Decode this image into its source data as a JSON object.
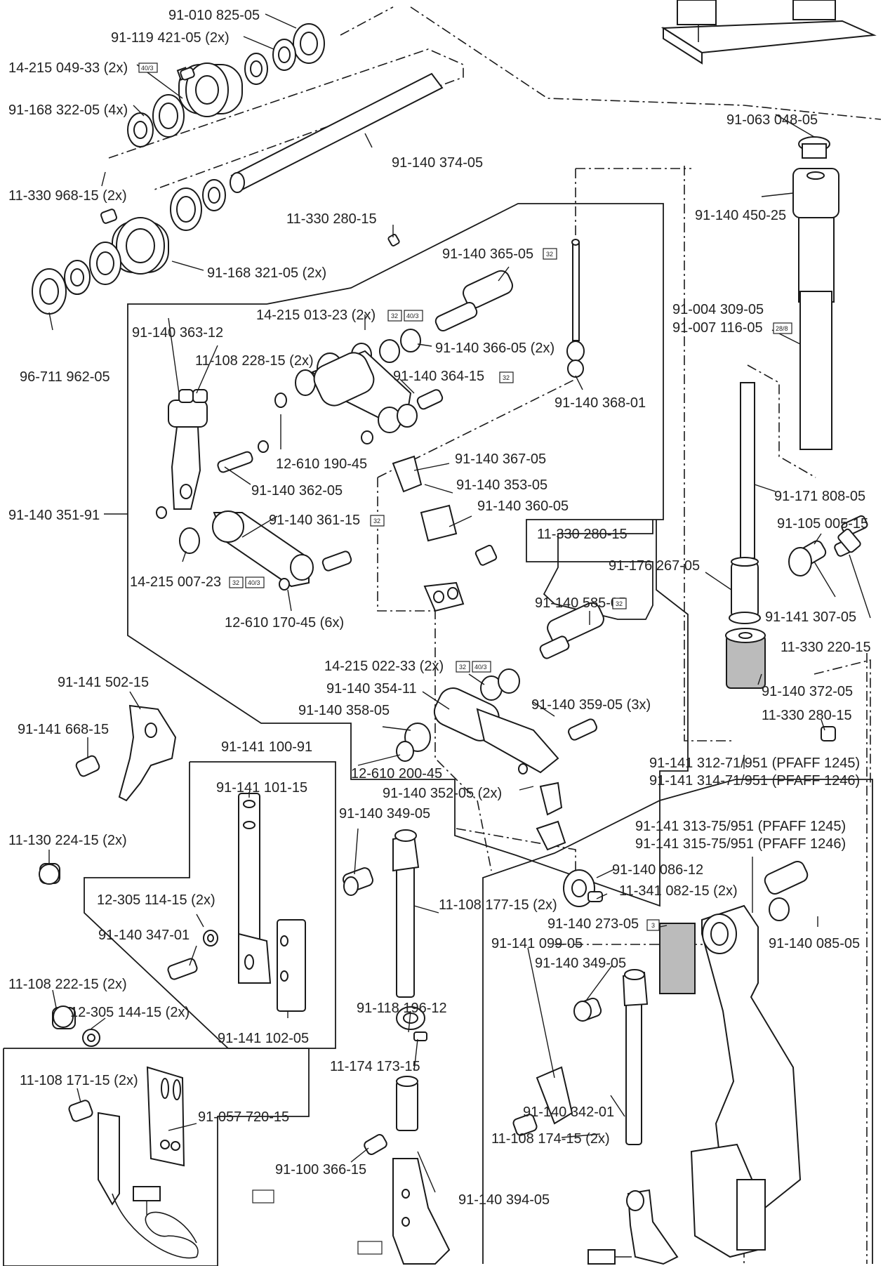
{
  "labels": {
    "l01": "91-010 825-05",
    "l02": "91-119 421-05 (2x)",
    "l03": "14-215 049-33 (2x)",
    "l04": "91-168 322-05 (4x)",
    "l05": "91-140 374-05",
    "l06": "11-330 968-15 (2x)",
    "l07": "11-330 280-15",
    "l08": "91-140 365-05",
    "l09": "91-168 321-05 (2x)",
    "l10": "14-215 013-23 (2x)",
    "l11": "91-140 363-12",
    "l12": "91-140 366-05 (2x)",
    "l13": "11-108 228-15 (2x)",
    "l14": "91-140 364-15",
    "l15": "96-711 962-05",
    "l16": "91-140 368-01",
    "l17": "12-610 190-45",
    "l18": "91-140 367-05",
    "l19": "91-140 362-05",
    "l20": "91-140 353-05",
    "l21": "91-140 351-91",
    "l22": "91-140 361-15",
    "l23": "91-140 360-05",
    "l24": "11-330 280-15",
    "l25": "14-215 007-23",
    "l26": "12-610 170-45 (6x)",
    "l27": "91-140 585-05",
    "l28": "14-215 022-33 (2x)",
    "l29": "91-140 354-11",
    "l30": "91-140 359-05 (3x)",
    "l31": "91-140 358-05",
    "l32": "12-610 200-45",
    "l33": "91-140 352-05 (2x)",
    "l34": "91-141 502-15",
    "l35": "91-141 668-15",
    "l36": "91-141 100-91",
    "l37": "91-141 101-15",
    "l38": "91-140 349-05",
    "l39": "11-130 224-15 (2x)",
    "l40": "12-305 114-15 (2x)",
    "l41": "11-108 177-15 (2x)",
    "l42": "91-140 347-01",
    "l43": "11-108 222-15 (2x)",
    "l44": "12-305 144-15 (2x)",
    "l45": "91-141 102-05",
    "l46": "91-118 196-12",
    "l47": "11-174 173-15",
    "l48": "11-108 171-15 (2x)",
    "l49": "91-057 720-15",
    "l50": "91-100 366-15",
    "l51": "91-140 394-05",
    "l52": "91-063 048-05",
    "l53": "91-140 450-25",
    "l54": "91-004 309-05",
    "l55": "91-007 116-05",
    "l56": "91-171 808-05",
    "l57": "91-105 005-15",
    "l58": "91-176 267-05",
    "l59": "91-141 307-05",
    "l60": "11-330 220-15",
    "l61": "91-140 372-05",
    "l62": "11-330 280-15",
    "l63": "91-141 312-71/951 (PFAFF 1245)",
    "l64": "91-141 314-71/951 (PFAFF 1246)",
    "l65": "91-141 313-75/951 (PFAFF 1245)",
    "l66": "91-141 315-75/951 (PFAFF 1246)",
    "l67": "91-140 086-12",
    "l68": "11-341 082-15 (2x)",
    "l69": "91-140 273-05",
    "l70": "91-141 099-05",
    "l71": "91-140 085-05",
    "l72": "91-140 349-05",
    "l73": "91-140 342-01",
    "l74": "11-108 174-15 (2x)"
  },
  "tags": {
    "t403a": "40/3",
    "t32a": "32",
    "t32b": "32",
    "t403b": "40/3",
    "t32c": "32",
    "t32d": "32",
    "t32e": "32",
    "t403c": "40/3",
    "t32f": "32",
    "t32g": "32",
    "t403d": "40/3",
    "t288": "28/8",
    "t3": "3"
  }
}
